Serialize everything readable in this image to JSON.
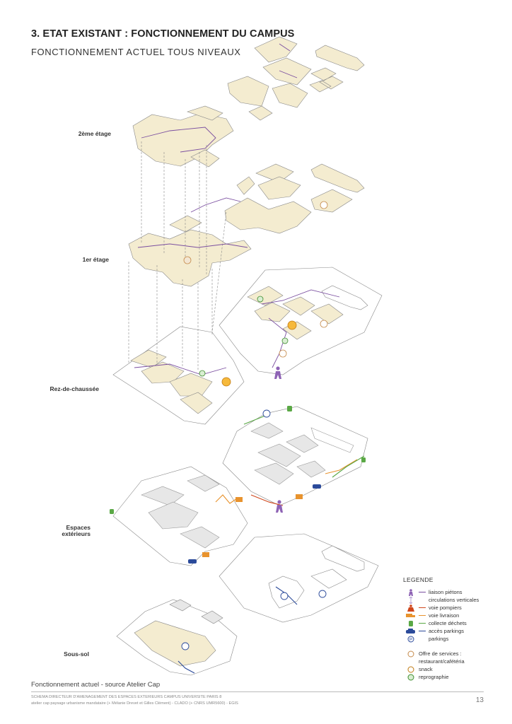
{
  "header": {
    "title": "3. ETAT EXISTANT : FONCTIONNEMENT DU CAMPUS",
    "subtitle": "FONCTIONNEMENT ACTUEL TOUS NIVEAUX"
  },
  "levels": {
    "l2": "2ème étage",
    "l1": "1er étage",
    "rdc": "Rez-de-chaussée",
    "ext1": "Espaces",
    "ext2": "extérieurs",
    "ss": "Sous-sol"
  },
  "legend": {
    "heading": "LEGENDE",
    "items": [
      {
        "label": "liaison piétons",
        "color": "#7b4fa0",
        "icon": "pedestrian-icon"
      },
      {
        "label": "circulations verticales",
        "color": "#b9a3d6",
        "icon": "vertical-arrow-icon"
      },
      {
        "label": "voie pompiers",
        "color": "#d0471c",
        "icon": "firefighter-icon"
      },
      {
        "label": "voie livraison",
        "color": "#e8932e",
        "icon": "delivery-truck-icon"
      },
      {
        "label": "collecte déchets",
        "color": "#5aa845",
        "icon": "trash-bin-icon"
      },
      {
        "label": "accès parkings",
        "color": "#2b4a9a",
        "icon": "car-icon"
      },
      {
        "label": "parkings",
        "color": "#2b4a9a",
        "icon": "parking-icon"
      }
    ],
    "services_heading": "Offre de services :",
    "services": [
      {
        "label": "restaurant/cafétéria",
        "icon": "restaurant-icon"
      },
      {
        "label": "snack",
        "icon": "snack-icon"
      },
      {
        "label": "reprographie",
        "icon": "printer-icon"
      }
    ]
  },
  "footer": {
    "caption": "Fonctionnement actuel - source Atelier Cap",
    "line1": "SCHEMA DIRECTEUR D'AMENAGEMENT DES ESPACES EXTERIEURS CAMPUS UNIVERSITE PARIS 8",
    "line2": "atelier cap paysage urbanisme mandataire (+ Mélanie Drevet et Gilles Clément) - CLADO (+ CNRS UMR5600) - EGIS",
    "page": "13"
  },
  "colors": {
    "building": "#f4ecd0",
    "outline": "#8a8a8a",
    "pedestrian": "#7b4fa0",
    "fire": "#d0471c",
    "delivery": "#e8932e",
    "waste": "#5aa845",
    "parking": "#2b4a9a"
  }
}
